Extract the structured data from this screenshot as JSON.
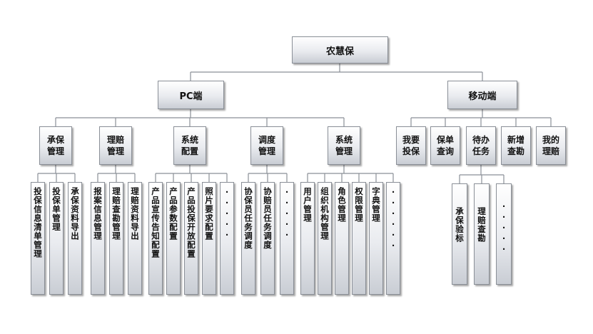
{
  "colors": {
    "line": "#8a8f97",
    "border": "#8a8f97"
  },
  "tree": {
    "label": "农慧保",
    "children": [
      {
        "label": "PC端",
        "children": [
          {
            "label": "承保管理",
            "children": [
              {
                "label": "投保信息清单管理"
              },
              {
                "label": "投保单管理"
              },
              {
                "label": "承保资料导出"
              }
            ]
          },
          {
            "label": "理赔管理",
            "children": [
              {
                "label": "报案信息管理"
              },
              {
                "label": "理赔查勘管理"
              },
              {
                "label": "理赔资料导出"
              }
            ]
          },
          {
            "label": "系统配置",
            "children": [
              {
                "label": "产品宣传告知配置"
              },
              {
                "label": "产品参数配置"
              },
              {
                "label": "产品投保开放配置"
              },
              {
                "label": "照片要求配置"
              },
              {
                "label": "·····"
              }
            ]
          },
          {
            "label": "调度管理",
            "children": [
              {
                "label": "协保员任务调度"
              },
              {
                "label": "协赔员任务调度"
              },
              {
                "label": "·····"
              }
            ]
          },
          {
            "label": "系统管理",
            "children": [
              {
                "label": "用户管理"
              },
              {
                "label": "组织机构管理"
              },
              {
                "label": "角色管理"
              },
              {
                "label": "权限管理"
              },
              {
                "label": "字典管理"
              },
              {
                "label": "······"
              }
            ]
          }
        ]
      },
      {
        "label": "移动端",
        "children": [
          {
            "label": "我要投保"
          },
          {
            "label": "保单查询"
          },
          {
            "label": "待办任务",
            "children": [
              {
                "label": "承保验标"
              },
              {
                "label": "理赔查勘"
              },
              {
                "label": "·····"
              }
            ]
          },
          {
            "label": "新增查勘"
          },
          {
            "label": "我的理赔"
          }
        ]
      }
    ]
  }
}
